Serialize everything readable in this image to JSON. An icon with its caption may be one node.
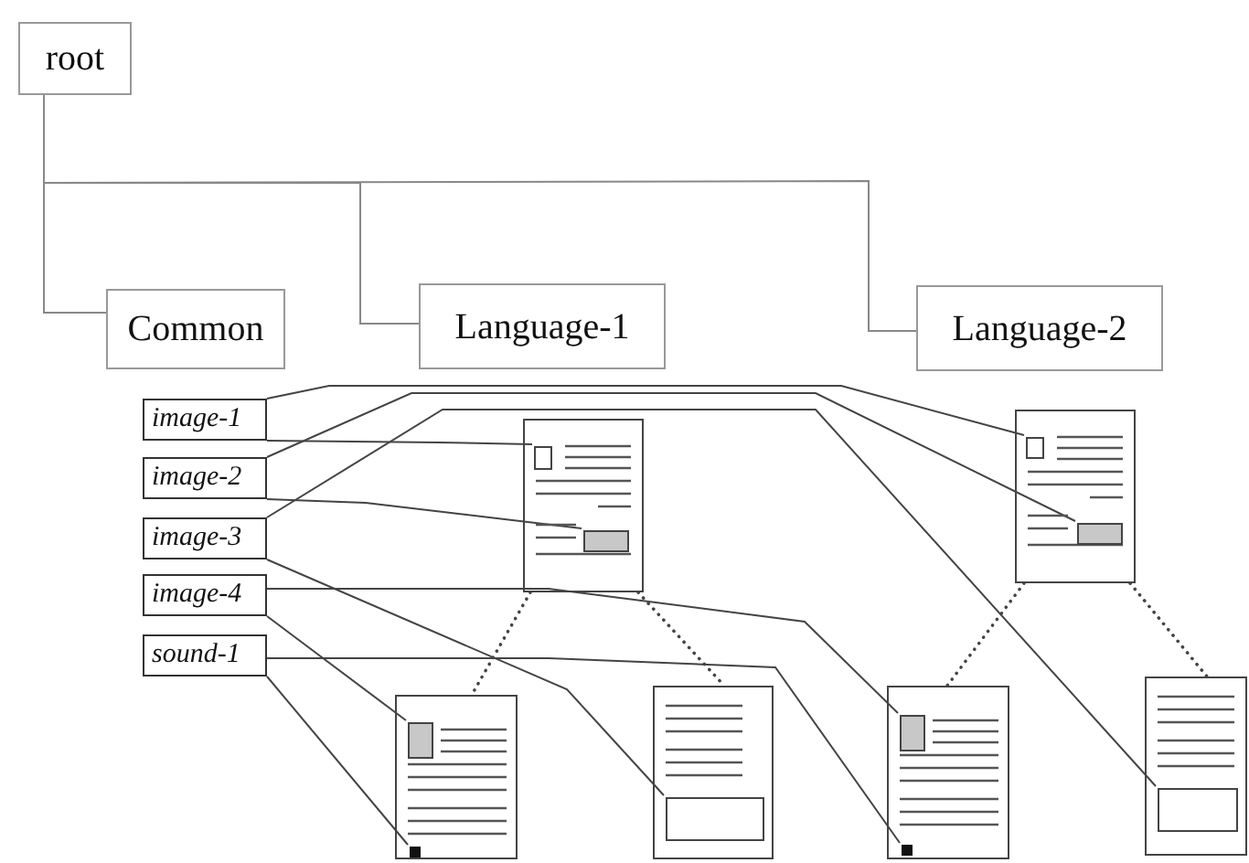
{
  "diagram": {
    "nodes": [
      {
        "text": [
          "root"
        ]
      },
      {
        "text": [
          "Common"
        ]
      },
      {
        "text": [
          "Language-1"
        ]
      },
      {
        "text": [
          "Language-2"
        ]
      },
      {
        "text": [
          "image-1"
        ]
      },
      {
        "text": [
          "image-2"
        ]
      },
      {
        "text": [
          "image-3"
        ]
      },
      {
        "text": [
          "image-4"
        ]
      },
      {
        "text": [
          "sound-1"
        ]
      },
      {
        "text": [],
        "shape": "box"
      },
      {
        "text": [],
        "shape": "box",
        "in": 9
      },
      {
        "text": [],
        "shape": "box",
        "in": 9
      },
      {
        "text": [],
        "shape": "box"
      },
      {
        "text": [],
        "shape": "box",
        "in": 12
      },
      {
        "text": [],
        "shape": "box",
        "in": 12
      },
      {
        "text": [],
        "shape": "box"
      },
      {
        "text": [],
        "shape": "box",
        "in": 15
      },
      {
        "text": [],
        "shape": "box",
        "in": 15
      },
      {
        "text": [],
        "shape": "box"
      },
      {
        "text": [],
        "shape": "box",
        "in": 18
      },
      {
        "text": [],
        "shape": "box"
      },
      {
        "text": [],
        "shape": "box",
        "in": 20
      },
      {
        "text": [],
        "shape": "box",
        "in": 20
      },
      {
        "text": [],
        "shape": "box"
      },
      {
        "text": [],
        "shape": "box",
        "in": 23
      }
    ],
    "edges": [
      {
        "from": 0,
        "to": 1,
        "arrow": "none",
        "color": "#888888"
      },
      {
        "from": 0,
        "to": 2,
        "arrow": "none",
        "color": "#888888"
      },
      {
        "from": 0,
        "to": 3,
        "arrow": "none",
        "color": "#888888"
      },
      {
        "from": 4,
        "to": 10,
        "arrow": "none"
      },
      {
        "from": 4,
        "to": 13,
        "arrow": "none"
      },
      {
        "from": 5,
        "to": 11,
        "arrow": "none"
      },
      {
        "from": 5,
        "to": 14,
        "arrow": "none"
      },
      {
        "from": 6,
        "to": 19,
        "arrow": "none"
      },
      {
        "from": 6,
        "to": 24,
        "arrow": "none"
      },
      {
        "from": 7,
        "to": 16,
        "arrow": "none"
      },
      {
        "from": 7,
        "to": 21,
        "arrow": "none"
      },
      {
        "from": 8,
        "to": 17,
        "arrow": "none"
      },
      {
        "from": 8,
        "to": 22,
        "arrow": "none"
      },
      {
        "from": 9,
        "to": 15,
        "arrow": "none",
        "style": "dashed"
      },
      {
        "from": 9,
        "to": 18,
        "arrow": "none",
        "style": "dashed"
      },
      {
        "from": 12,
        "to": 20,
        "arrow": "none",
        "style": "dashed"
      },
      {
        "from": 12,
        "to": 23,
        "arrow": "none",
        "style": "dashed"
      }
    ]
  }
}
